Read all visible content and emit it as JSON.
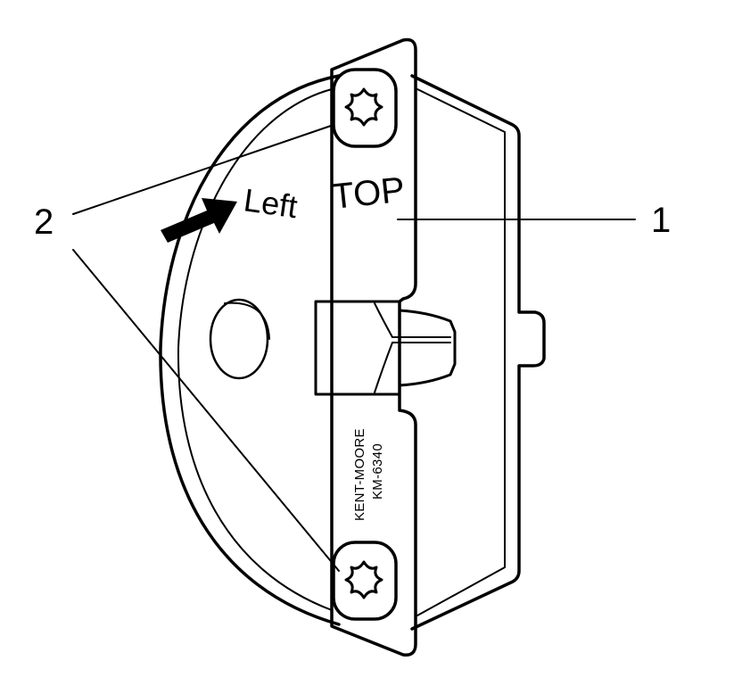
{
  "diagram": {
    "callouts": [
      {
        "id": "1",
        "label": "1",
        "target": "tool-plate"
      },
      {
        "id": "2",
        "label": "2",
        "target": "torx-bolts"
      }
    ],
    "arrow_label": "Left",
    "plate_marking": "TOP",
    "brand_line1": "KENT-MOORE",
    "brand_line2": "KM-6340",
    "colors": {
      "ink": "#000000",
      "background": "#ffffff"
    },
    "icons": [
      "torx-bolt-icon",
      "direction-arrow-icon"
    ]
  }
}
